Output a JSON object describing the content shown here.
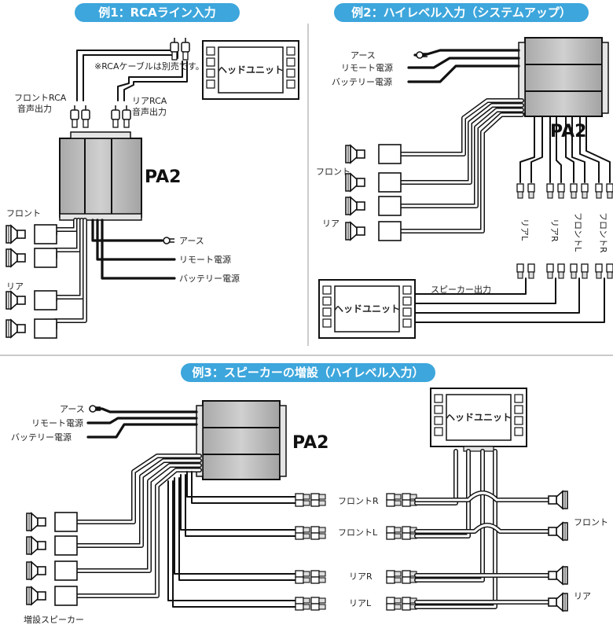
{
  "example1": {
    "title": "例1：RCAライン入力",
    "head_unit": "ヘッドユニット",
    "cable_note": "※RCAケーブルは別売です。",
    "front_rca_line1": "フロントRCA",
    "front_rca_line2": "音声出力",
    "rear_rca_line1": "リアRCA",
    "rear_rca_line2": "音声出力",
    "amp": "PA2",
    "front": "フロント",
    "rear": "リア",
    "ground": "アース",
    "remote": "リモート電源",
    "battery": "バッテリー電源"
  },
  "example2": {
    "title": "例2：ハイレベル入力（システムアップ）",
    "ground": "アース",
    "remote": "リモート電源",
    "battery": "バッテリー電源",
    "amp": "PA2",
    "front": "フロント",
    "rear": "リア",
    "rear_l": "リアL",
    "rear_r": "リアR",
    "front_l": "フロントL",
    "front_r": "フロントR",
    "speaker_out": "スピーカー出力",
    "head_unit": "ヘッドユニット"
  },
  "example3": {
    "title": "例3：スピーカーの増設（ハイレベル入力）",
    "ground": "アース",
    "remote": "リモート電源",
    "battery": "バッテリー電源",
    "amp": "PA2",
    "head_unit": "ヘッドユニット",
    "front_r": "フロントR",
    "front_l": "フロントL",
    "rear_r": "リアR",
    "rear_l": "リアL",
    "front": "フロント",
    "rear": "リア",
    "added_speakers": "増設スピーカー"
  },
  "colors": {
    "title_pill": "#3da6dc",
    "amp_body": "#bdbdbd",
    "line": "#111111",
    "divider": "#aaaaaa"
  }
}
